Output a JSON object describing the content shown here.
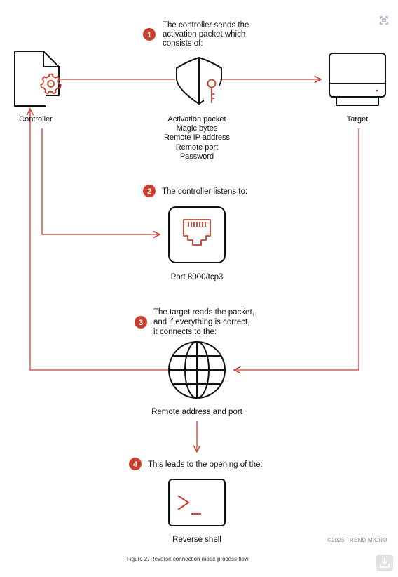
{
  "colors": {
    "accent": "#c9402f",
    "stroke": "#111111",
    "badge_text": "#ffffff"
  },
  "steps": [
    {
      "number": "1",
      "lines": [
        "The controller sends the",
        "activation packet which",
        "consists of:"
      ]
    },
    {
      "number": "2",
      "lines": [
        "The controller listens to:"
      ]
    },
    {
      "number": "3",
      "lines": [
        "The target reads the packet,",
        "and if everything is correct,",
        "it connects to the:"
      ]
    },
    {
      "number": "4",
      "lines": [
        "This leads to the opening of the:"
      ]
    }
  ],
  "nodes": {
    "controller": "Controller",
    "target": "Target",
    "packet": [
      "Activation packet",
      "Magic bytes",
      "Remote IP address",
      "Remote port",
      "Password"
    ],
    "port": "Port 8000/tcp3",
    "remote": "Remote address and port",
    "shell": "Reverse shell"
  },
  "icons": [
    "document-gear-icon",
    "shield-key-icon",
    "monitor-icon",
    "ethernet-port-icon",
    "globe-icon",
    "terminal-icon",
    "expand-icon",
    "download-icon"
  ],
  "copyright": "©2025 TREND MICRO",
  "caption": "Figure 2. Reverse connection mode process flow"
}
